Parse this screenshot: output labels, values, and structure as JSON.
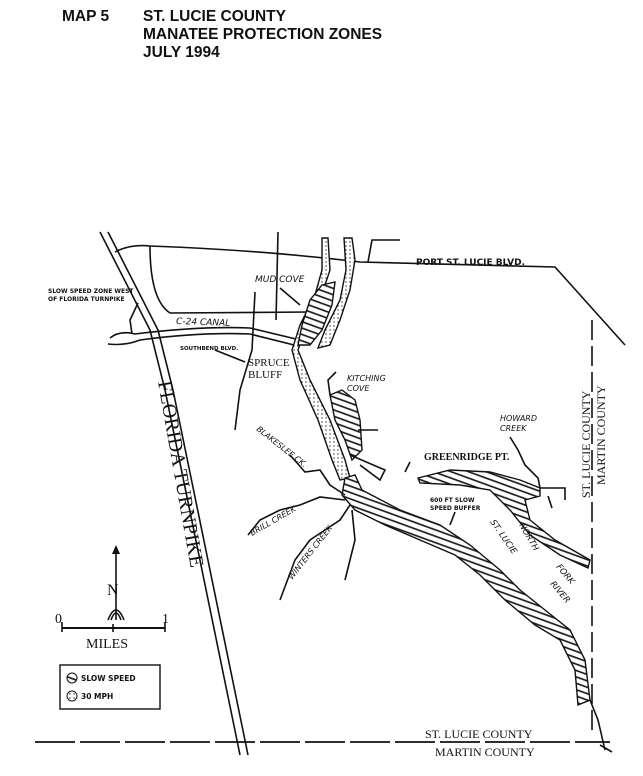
{
  "title": {
    "map_number": "MAP 5",
    "line1": "ST. LUCIE COUNTY",
    "line2": "MANATEE PROTECTION ZONES",
    "line3": "JULY 1994"
  },
  "labels": {
    "port_st_lucie_blvd": "PORT ST. LUCIE BLVD.",
    "mud_cove": "MUD COVE",
    "slow_zone_west_1": "SLOW SPEED ZONE WEST",
    "slow_zone_west_2": "OF FLORIDA TURNPIKE",
    "c24_canal": "C-24 CANAL",
    "southbend_blvd": "SOUTHBEND BLVD.",
    "spruce_bluff_1": "SPRUCE",
    "spruce_bluff_2": "BLUFF",
    "florida_turnpike": "FLORIDA TURNPIKE",
    "kitching_cove_1": "KITCHING",
    "kitching_cove_2": "COVE",
    "howard_creek_1": "HOWARD",
    "howard_creek_2": "CREEK",
    "greenridge_pt": "GREENRIDGE PT.",
    "blakeslee_ck": "BLAKESLEE CK.",
    "buffer_1": "600 FT SLOW",
    "buffer_2": "SPEED BUFFER",
    "brill_creek": "BRILL CREEK",
    "winters_creek": "WINTERS CREEK",
    "st_lucie": "ST. LUCIE",
    "north": "NORTH",
    "fork": "FORK",
    "river": "RIVER",
    "county_v_stlucie": "ST. LUCIE COUNTY",
    "county_v_martin": "MARTIN COUNTY",
    "county_h_stlucie": "ST. LUCIE COUNTY",
    "county_h_martin": "MARTIN COUNTY"
  },
  "scale": {
    "north": "N",
    "zero": "0",
    "one": "1",
    "unit": "MILES"
  },
  "legend": {
    "slow_speed": "SLOW SPEED",
    "mph30": "30 MPH"
  }
}
